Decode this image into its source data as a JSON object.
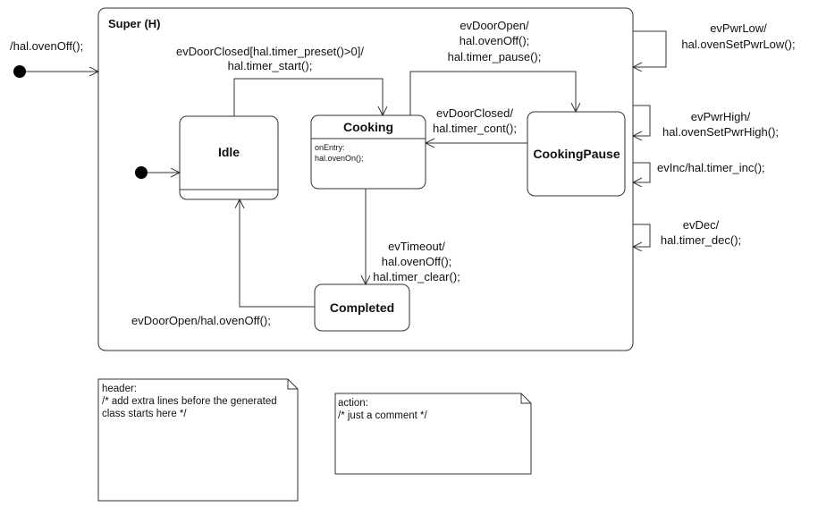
{
  "super_state": {
    "title": "Super (H)"
  },
  "states": {
    "idle": {
      "name": "Idle"
    },
    "cooking": {
      "name": "Cooking",
      "entry_label": "onEntry:",
      "entry_action": "hal.ovenOn();"
    },
    "cooking_pause": {
      "name": "CookingPause"
    },
    "completed": {
      "name": "Completed"
    }
  },
  "transitions": {
    "initial_outer": "/hal.ovenOff();",
    "idle_to_cooking": [
      "evDoorClosed[hal.timer_preset()>0]/",
      "hal.timer_start();"
    ],
    "cooking_to_pause": [
      "evDoorOpen/",
      "hal.ovenOff();",
      "hal.timer_pause();"
    ],
    "pause_to_cooking": [
      "evDoorClosed/",
      "hal.timer_cont();"
    ],
    "cooking_to_completed": [
      "evTimeout/",
      "hal.ovenOff();",
      "hal.timer_clear();"
    ],
    "completed_to_idle": "evDoorOpen/hal.ovenOff();",
    "self_pwr_low": [
      "evPwrLow/",
      "hal.ovenSetPwrLow();"
    ],
    "self_pwr_high": [
      "evPwrHigh/",
      "hal.ovenSetPwrHigh();"
    ],
    "self_inc": "evInc/hal.timer_inc();",
    "self_dec": [
      "evDec/",
      "hal.timer_dec();"
    ]
  },
  "notes": {
    "header": [
      "header:",
      "/* add extra lines before the generated",
      "class starts here */"
    ],
    "action": [
      "action:",
      "/* just a comment */"
    ]
  }
}
